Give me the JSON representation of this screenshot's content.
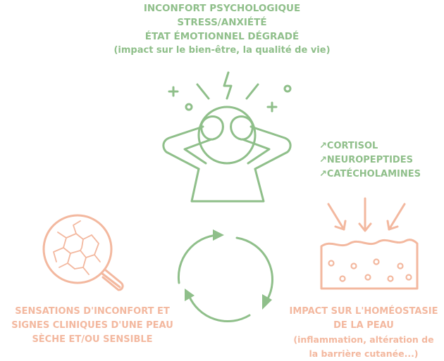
{
  "top": {
    "line1": "INCONFORT PSYCHOLOGIQUE",
    "line2": "STRESS/ANXIÉTÉ",
    "line3": "ÉTAT ÉMOTIONNEL DÉGRADÉ",
    "line4": "(impact sur le bien-être, la qualité de vie)"
  },
  "hormones": [
    {
      "arrow": "↗",
      "label": "CORTISOL"
    },
    {
      "arrow": "↗",
      "label": "NEUROPEPTIDES"
    },
    {
      "arrow": "↗",
      "label": "CATÉCHOLAMINES"
    }
  ],
  "left": {
    "line1": "SENSATIONS D'INCONFORT ET",
    "line2": "SIGNES CLINIQUES D'UNE PEAU",
    "line3": "SÈCHE ET/OU SENSIBLE"
  },
  "right": {
    "line1": "IMPACT SUR L'HOMÉOSTASIE",
    "line2": "DE LA PEAU",
    "line3": "(inflammation, altération de",
    "line4": "la barrière cutanée...)"
  },
  "colors": {
    "green": "#8fbf8a",
    "peach": "#f3b89f"
  },
  "icons": [
    "stressed-person-icon",
    "magnifier-dry-skin-icon",
    "skin-layer-icon",
    "cycle-arrows-icon"
  ]
}
